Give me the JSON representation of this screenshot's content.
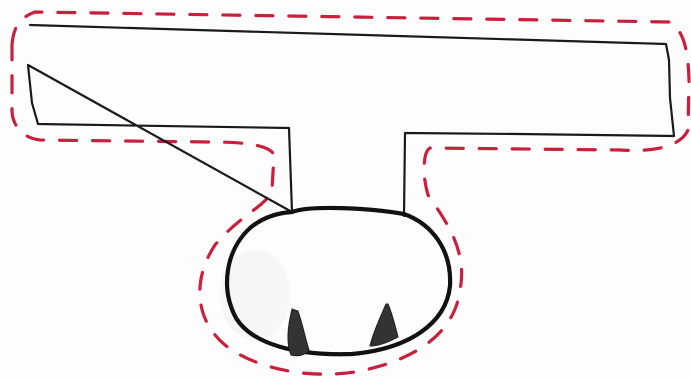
{
  "drawing": {
    "kind": "hand-drawn sketch",
    "has_text": false,
    "colors": {
      "paper": "#fdfdfd",
      "outline": "#1a1a1a",
      "dashed_offset": "#c8203c",
      "ink_marks": "#333333"
    },
    "parts": [
      "t-bar",
      "stem",
      "rounded-bulb",
      "two-ink-marks",
      "dashed-offset-outline"
    ]
  }
}
